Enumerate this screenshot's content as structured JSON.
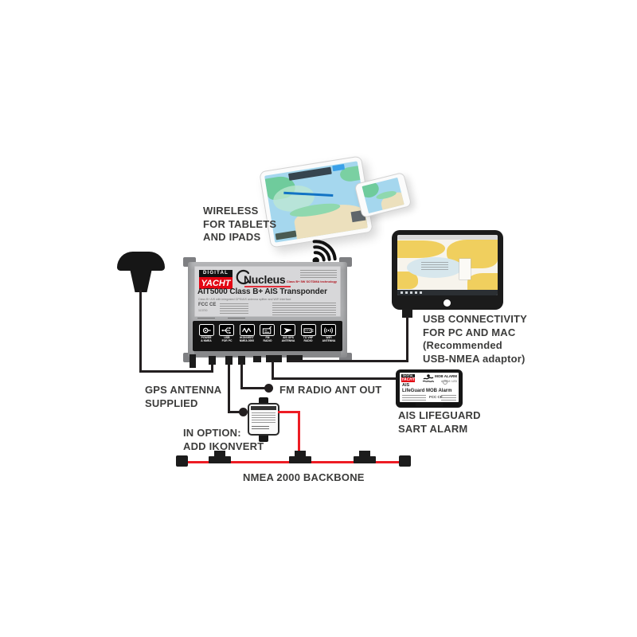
{
  "colors": {
    "brand_red": "#e30613",
    "wire_black": "#231f20",
    "backbone_red": "#ed1c24",
    "text": "#3c3c3b",
    "device_gray": "#aeafb1",
    "chart_sea": "#a5d7ee",
    "chart_land": "#ece0bd",
    "monitor_land": "#f0cf5e"
  },
  "annotations": {
    "wireless": [
      "WIRELESS",
      "FOR TABLETS",
      "AND IPADS"
    ],
    "gps_antenna": [
      "GPS ANTENNA",
      "SUPPLIED"
    ],
    "usb_connectivity": [
      "USB CONNECTIVITY",
      "FOR PC AND MAC",
      "(Recommended",
      "USB-NMEA adaptor)"
    ],
    "fm_radio": "FM RADIO ANT OUT",
    "ais_lifeguard": [
      "AIS LIFEGUARD",
      "SART ALARM"
    ],
    "ikonvert_option": [
      "IN OPTION:",
      "ADD IKONVERT"
    ],
    "nmea_backbone": "NMEA 2000 BACKBONE"
  },
  "transponder": {
    "brand_line1": "DIGITAL",
    "brand_line2": "YACHT",
    "logo_text": "Nucleus",
    "tagline": "Class B+ 5W SOTDMA technology",
    "product_title": "AIT5000 Class B+ AIS Transponder",
    "product_subtitle": "Class B+ AIS with integrated GPS/AIS antenna splitter and WiFi interface",
    "cert_marks": "FCC  CE",
    "cert_number": "113700",
    "ports": [
      {
        "icon": "power-icon",
        "label": "POWER\n& NMEA"
      },
      {
        "icon": "usb-icon",
        "label": "USB\nFOR PC"
      },
      {
        "icon": "nmea2000-icon",
        "label": "IKONVERT\nNMEA 2000"
      },
      {
        "icon": "fm-radio-icon",
        "label": "FM\nRADIO"
      },
      {
        "icon": "gps-antenna-icon",
        "label": "AIS GPS\nANTENNA"
      },
      {
        "icon": "vhf-radio-icon",
        "label": "TO VHF\nRADIO"
      },
      {
        "icon": "wifi-antenna-icon",
        "label": "WIFI\nANTENNA"
      }
    ]
  },
  "lifeguard_device": {
    "brand_line1": "DIGITAL",
    "brand_line2": "YACHT",
    "mob_alarm": "MOB ALARM",
    "alarm_led": "ALARM / LED",
    "line1": "AIS",
    "line2": "LifeGuard MOB Alarm"
  }
}
